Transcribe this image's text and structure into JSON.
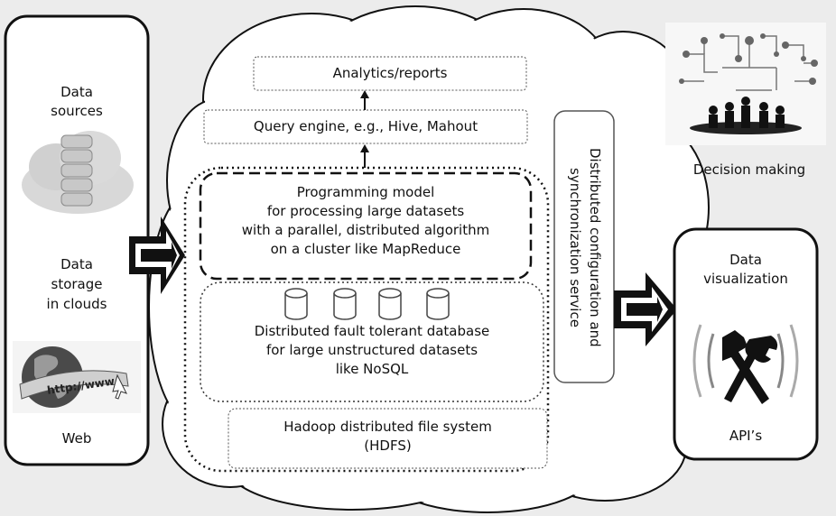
{
  "left_panel": {
    "data_sources": "Data\nsources",
    "data_storage": "Data\nstorage\nin clouds",
    "web": "Web",
    "web_image_text": "http://www"
  },
  "cloud": {
    "analytics": "Analytics/reports",
    "query_engine": "Query engine, e.g., Hive, Mahout",
    "programming_model": "Programming model\nfor processing large datasets\nwith a parallel, distributed algorithm\non a cluster like MapReduce",
    "database": "Distributed fault tolerant database\nfor large unstructured datasets\nlike NoSQL",
    "hdfs": "Hadoop distributed file system\n(HDFS)",
    "sync_service": "Distributed configuration and\nsynchronization service"
  },
  "right_panel": {
    "decision_making": "Decision making",
    "data_visualization": "Data\nvisualization",
    "apis": "API’s"
  }
}
